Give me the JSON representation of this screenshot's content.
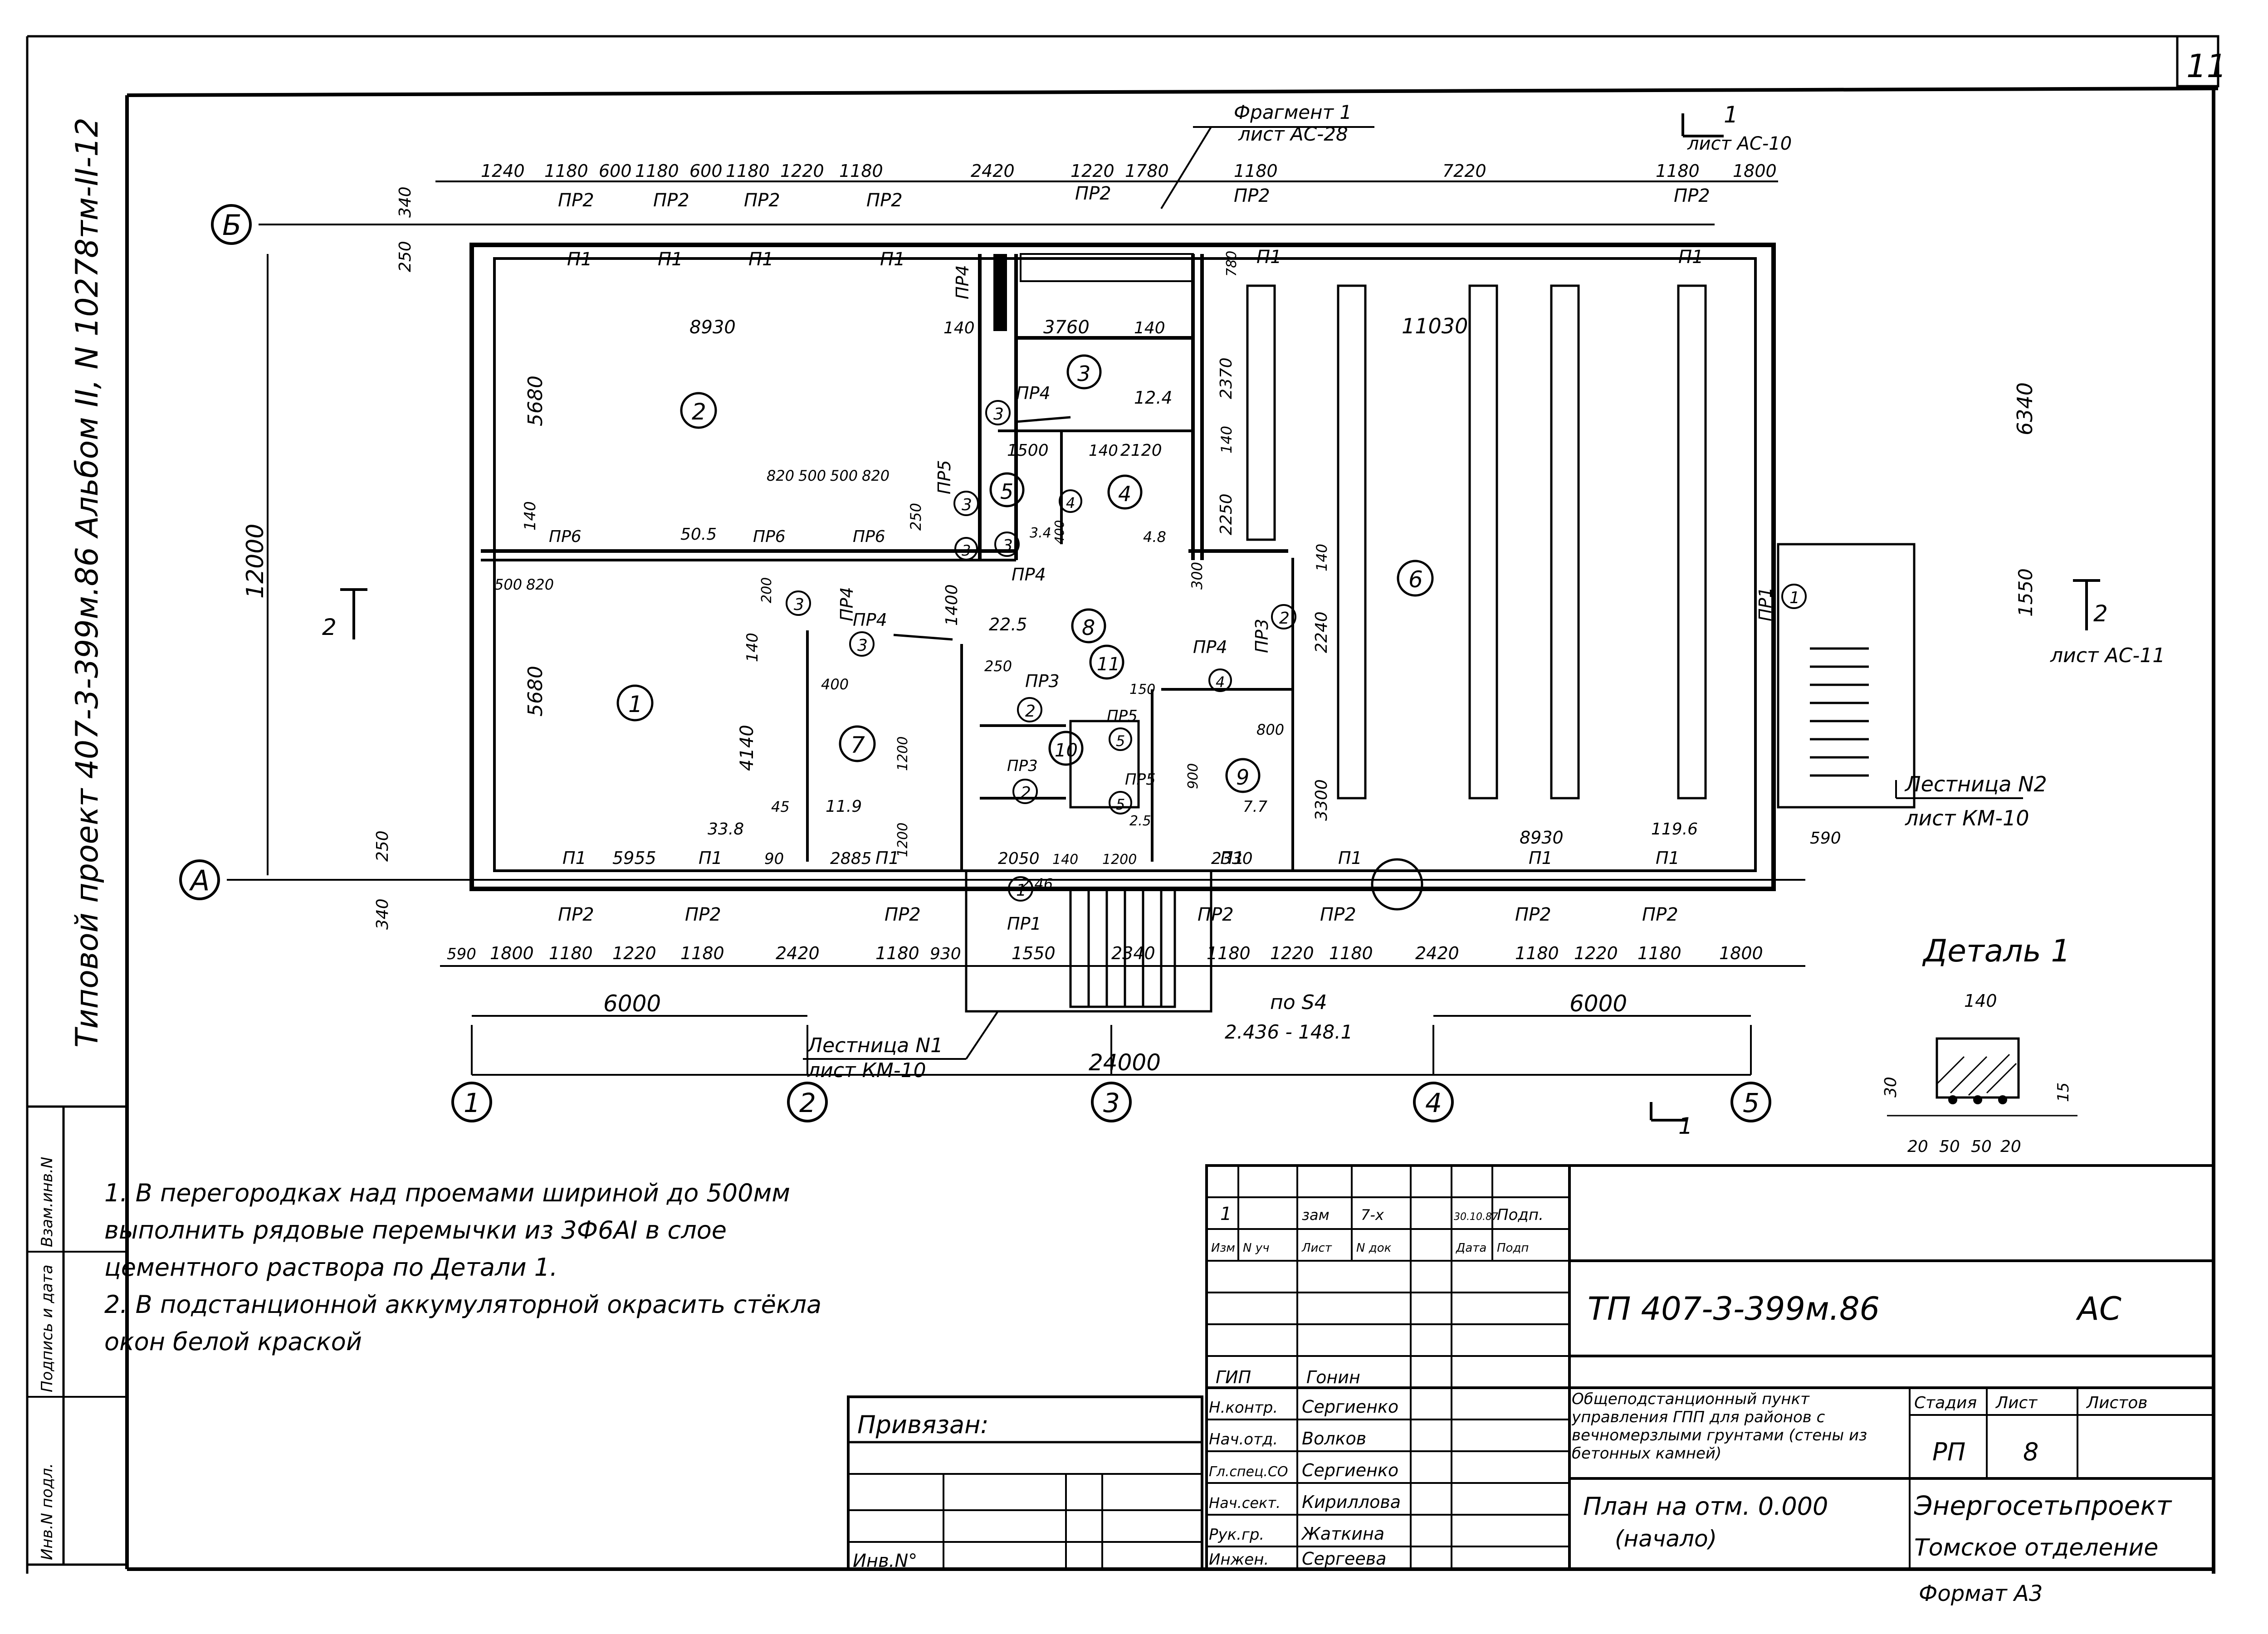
{
  "page_number": "11",
  "side_title": "Типовой проект 407-3-399м.86 Альбом II, N 10278тм-II-12",
  "plan": {
    "axes": {
      "rows": [
        "Б",
        "А"
      ],
      "cols": [
        "1",
        "2",
        "3",
        "4",
        "5"
      ]
    },
    "overall_dims": {
      "height": "12000",
      "width": "24000",
      "bay_left": "6000",
      "bay_right": "6000",
      "right_upper": "6340",
      "right_lower": "1550"
    },
    "top_dims": [
      "1240",
      "1180",
      "600",
      "1180",
      "600",
      "1180",
      "1220",
      "1180",
      "2420",
      "1220",
      "1780",
      "1180",
      "7220",
      "1180",
      "1800"
    ],
    "top_side_dims": [
      "340",
      "250"
    ],
    "bottom_dims": [
      "590",
      "1800",
      "1180",
      "1220",
      "1180",
      "2420",
      "1180",
      "930",
      "1550",
      "2340",
      "1180",
      "1220",
      "1180",
      "2420",
      "1180",
      "1220",
      "1180",
      "1800"
    ],
    "bottom_side_dims": [
      "250",
      "340"
    ],
    "interior_dims": [
      "8930",
      "3760",
      "140",
      "140",
      "11030",
      "5680",
      "5680",
      "4140",
      "140",
      "140",
      "12.4",
      "1500",
      "2120",
      "140",
      "2370",
      "2250",
      "140",
      "820",
      "500",
      "500",
      "820",
      "50.5",
      "250",
      "1400",
      "22.5",
      "300",
      "2240",
      "140",
      "500",
      "820",
      "200",
      "400",
      "1200",
      "1200",
      "2885",
      "5955",
      "33.8",
      "90",
      "45",
      "11.9",
      "2050",
      "140",
      "2.46",
      "1200",
      "2330",
      "3300",
      "7.7",
      "800",
      "900",
      "4.8",
      "3.4",
      "400",
      "150",
      "250",
      "2.5",
      "8930",
      "119.6",
      "590",
      "780"
    ],
    "lintel_labels": [
      "ПР2",
      "П1",
      "ПР4",
      "ПР5",
      "ПР6",
      "ПР3",
      "ПР1"
    ],
    "rooms": [
      "1",
      "2",
      "3",
      "4",
      "5",
      "6",
      "7",
      "8",
      "9",
      "10",
      "11"
    ],
    "doors": [
      "1",
      "2",
      "3",
      "4",
      "5"
    ],
    "callouts": {
      "fragment": "Фрагмент 1",
      "fragment_sheet": "лист АС-28",
      "section1_label": "1",
      "section1_sheet": "лист АС-10",
      "section2_label": "2",
      "section2_sheet": "лист АС-11",
      "stair2_title": "Лестница N2",
      "stair2_sheet": "лист КМ-10",
      "stair1_title": "Лестница N1",
      "stair1_sheet": "лист КМ-10",
      "sb_ref": "по S4",
      "sb_ref_code": "2.436 - 148.1"
    }
  },
  "detail": {
    "title": "Деталь 1",
    "dims": [
      "140",
      "30",
      "15",
      "20",
      "50",
      "50",
      "20"
    ]
  },
  "notes": [
    "1. В перегородках над проемами шириной до 500мм выполнить рядовые перемычки из 3Ф6АI в слое цементного раствора по Детали 1.",
    "2. В подстанционной аккумуляторной окрасить стёкла окон белой краской"
  ],
  "stamp": {
    "left_labels": [
      "Инв.N подл.",
      "Подпись и дата",
      "Взам.инв.N"
    ],
    "privyazan": "Привязан:",
    "inv_no": "Инв.N°",
    "revision": {
      "row": [
        "1",
        "зам",
        "7-х",
        "30.10.87",
        "Подп."
      ],
      "headers": [
        "Изм",
        "N уч",
        "Лист",
        "N док",
        "Дата",
        "Подп"
      ]
    },
    "staff": [
      {
        "role": "ГИП",
        "name": "Гонин"
      },
      {
        "role": "Н.контр.",
        "name": "Сергиенко"
      },
      {
        "role": "Нач.отд.",
        "name": "Волков"
      },
      {
        "role": "Гл.спец.СО",
        "name": "Сергиенко"
      },
      {
        "role": "Нач.сект.",
        "name": "Кириллова"
      },
      {
        "role": "Рук.гр.",
        "name": "Жаткина"
      },
      {
        "role": "Инжен.",
        "name": "Сергеева"
      }
    ],
    "code": "ТП 407-3-399м.86",
    "section": "АС",
    "object": "Общеподстанционный пункт управления ГПП для районов с вечномерзлыми грунтами (стены из бетонных камней)",
    "stage_hdr": "Стадия",
    "sheet_hdr": "Лист",
    "sheets_hdr": "Листов",
    "stage": "РП",
    "sheet": "8",
    "drawing": "План на отм. 0.000",
    "drawing_sub": "(начало)",
    "org": "Энергосетьпроект",
    "org_sub": "Томское отделение",
    "format": "Формат А3"
  }
}
